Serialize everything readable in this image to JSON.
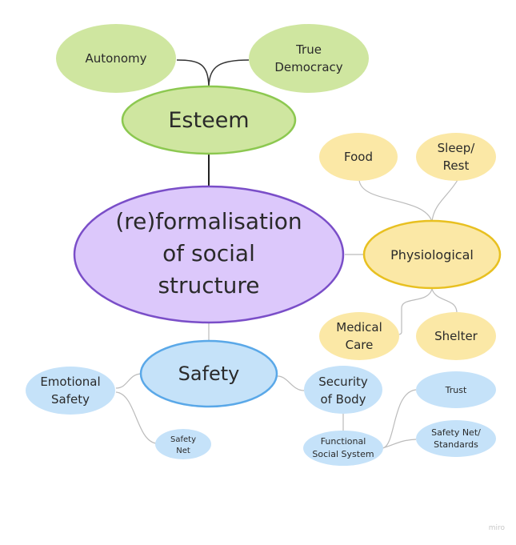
{
  "diagram": {
    "type": "mind-map",
    "colors": {
      "green_fill": "#cfe6a0",
      "green_stroke": "#8cc850",
      "purple_fill": "#dcc8fb",
      "purple_stroke": "#7a4ec8",
      "yellow_fill": "#fbe8a6",
      "yellow_stroke": "#e8c020",
      "blue_fill": "#c5e2f9",
      "blue_stroke": "#5aa8e8",
      "connector_dark": "#333333",
      "connector_light": "#b8b8b8"
    },
    "center": {
      "label_lines": [
        "(re)formalisation",
        "of social",
        "structure"
      ]
    },
    "branches": {
      "esteem": {
        "label": "Esteem",
        "children": [
          {
            "label_lines": [
              "Autonomy"
            ]
          },
          {
            "label_lines": [
              "True",
              "Democracy"
            ]
          }
        ]
      },
      "physiological": {
        "label": "Physiological",
        "children": [
          {
            "label_lines": [
              "Food"
            ]
          },
          {
            "label_lines": [
              "Sleep/",
              "Rest"
            ]
          },
          {
            "label_lines": [
              "Medical",
              "Care"
            ]
          },
          {
            "label_lines": [
              "Shelter"
            ]
          }
        ]
      },
      "safety": {
        "label": "Safety",
        "children": {
          "emotional_safety": {
            "label_lines": [
              "Emotional",
              "Safety"
            ]
          },
          "safety_net": {
            "label_lines": [
              "Safety",
              "Net"
            ]
          },
          "security_of_body": {
            "label_lines": [
              "Security",
              "of Body"
            ]
          },
          "functional_social_system": {
            "label_lines": [
              "Functional",
              "Social System"
            ]
          },
          "trust": {
            "label_lines": [
              "Trust"
            ]
          },
          "safety_net_standards": {
            "label_lines": [
              "Safety Net/",
              "Standards"
            ]
          }
        }
      }
    }
  },
  "watermark": "miro"
}
